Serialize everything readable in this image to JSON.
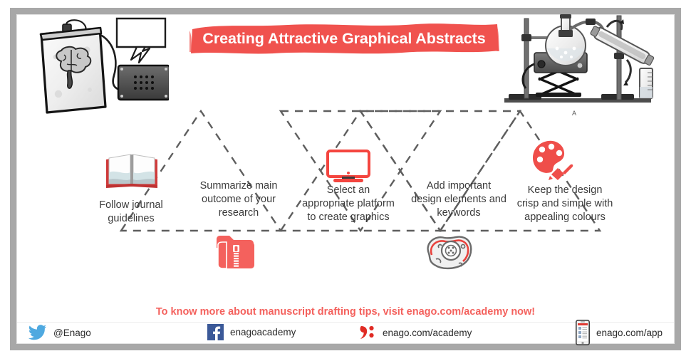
{
  "poster": {
    "title": "Creating Attractive Graphical Abstracts",
    "accent_color": "#f0524e",
    "frame_color": "#a8a8a8",
    "text_color": "#3b3b3b",
    "background": "#ffffff"
  },
  "artwork": {
    "left": {
      "name": "brain-in-jar-illustration",
      "description": "Grayscale drawing of a brain inside a jar wired to a speaker box with a speech bubble"
    },
    "right": {
      "name": "distillation-apparatus-illustration",
      "description": "Grayscale drawing of a laboratory distillation setup with round-bottom flask, condenser, stands and graduated cylinder"
    }
  },
  "steps": [
    {
      "index": 1,
      "label": "Follow journal\nguidelines",
      "icon": "open-book-icon",
      "orientation": "up"
    },
    {
      "index": 2,
      "label": "Summarize main\noutcome of your\nresearch",
      "icon": "zipped-folder-icon",
      "orientation": "down"
    },
    {
      "index": 3,
      "label": "Select an\nappropriate platform\nto create graphics",
      "icon": "monitor-icon",
      "orientation": "up"
    },
    {
      "index": 4,
      "label": "Add important\ndesign elements and\nkeywords",
      "icon": "cell-diagram-icon",
      "orientation": "down"
    },
    {
      "index": 5,
      "label": "Keep the design\ncrisp and simple with\nappealing colours",
      "icon": "palette-icon",
      "orientation": "up"
    }
  ],
  "footer": {
    "cta": "To know more about manuscript drafting tips, visit enago.com/academy now!",
    "cta_color": "#f4615d",
    "social": [
      {
        "icon": "twitter-icon",
        "icon_color": "#4fa9e0",
        "handle": "@Enago"
      },
      {
        "icon": "facebook-icon",
        "icon_color": "#3b5998",
        "handle": "enagoacademy"
      },
      {
        "icon": "enago-logo-icon",
        "icon_color": "#e02b24",
        "handle": "enago.com/academy"
      },
      {
        "icon": "smartphone-icon",
        "icon_color": "#4a4a4a",
        "handle": "enago.com/app"
      }
    ]
  }
}
